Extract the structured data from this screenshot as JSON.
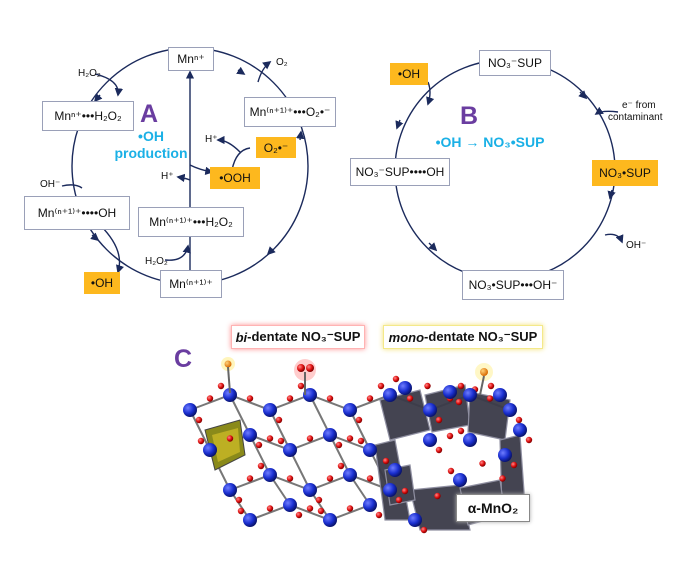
{
  "panelA": {
    "letter": "A",
    "center_text": "•OH production",
    "nodes": {
      "mn_n": "Mnⁿ⁺",
      "mn_n_h2o2": "Mnⁿ⁺•••H₂O₂",
      "mn_n1_o2": "Mn⁽ⁿ⁺¹⁾⁺•••O₂•⁻",
      "mn_n1_oh": "Mn⁽ⁿ⁺¹⁾⁺••••OH",
      "mn_n1_h2o2": "Mn⁽ⁿ⁺¹⁾⁺•••H₂O₂",
      "mn_n1": "Mn⁽ⁿ⁺¹⁾⁺"
    },
    "species": {
      "o2_radical": "O₂•⁻",
      "ooh": "•OOH",
      "oh": "•OH"
    },
    "labels": {
      "h2o2_top": "H₂O₂",
      "o2": "O₂",
      "h_plus_1": "H⁺",
      "h_plus_2": "H⁺",
      "oh_minus": "OH⁻",
      "h2o2_bottom": "H₂O₂"
    }
  },
  "panelB": {
    "letter": "B",
    "center_text": "•OH → NO₃•SUP",
    "nodes": {
      "top": "NO₃⁻SUP",
      "left": "NO₃⁻SUP••••OH",
      "bottom": "NO₃•SUP•••OH⁻"
    },
    "species": {
      "oh": "•OH",
      "no3_radical": "NO₃•SUP"
    },
    "labels": {
      "electron": "e⁻ from",
      "contaminant": "contaminant",
      "oh_minus": "OH⁻"
    }
  },
  "panelC": {
    "letter": "C",
    "bidentate_italic": "bi",
    "bidentate_rest": "-dentate NO₃⁻SUP",
    "monodentate_italic": "mono",
    "monodentate_rest": "-dentate NO₃⁻SUP",
    "material": "α-MnO₂"
  },
  "colors": {
    "arrow": "#1b2a5c",
    "species_fill": "#fdb81e",
    "panel_letter": "#6a3da0",
    "highlight_text": "#1ab0e6",
    "bidentate_glow": "#ff6b6b",
    "monodentate_glow": "#f7e36a"
  }
}
